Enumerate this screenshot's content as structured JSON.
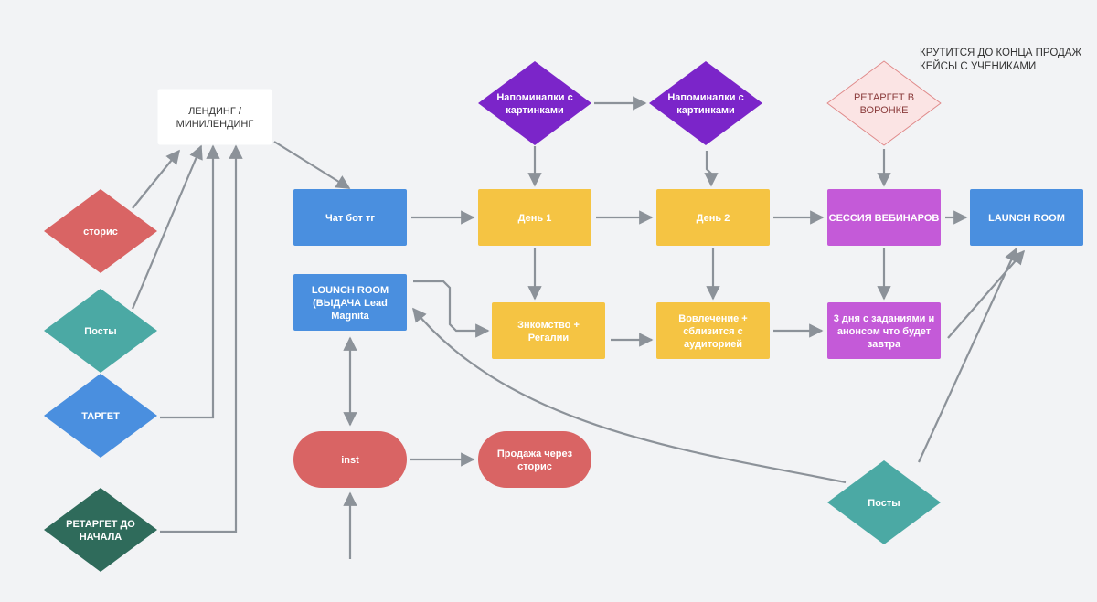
{
  "note": {
    "line1": "КРУТИТСЯ ДО КОНЦА ПРОДАЖ",
    "line2": "КЕЙСЫ С УЧЕНИКАМИ"
  },
  "colors": {
    "blue": "#4a8fdf",
    "yellow": "#f5c443",
    "purple": "#7b25c9",
    "violet": "#c45ad8",
    "red": "#d96464",
    "teal": "#4ba9a4",
    "dark_teal": "#2f6b5b",
    "pink": "#fbe4e4",
    "white": "#ffffff",
    "edge": "#8c9299"
  },
  "nodes": [
    {
      "id": "landing",
      "shape": "rect",
      "color": "white",
      "text_style": "dark",
      "lines": [
        "ЛЕНДИНГ /",
        "МИНИЛЕНДИНГ"
      ]
    },
    {
      "id": "stories",
      "shape": "diamond",
      "color": "red",
      "lines": [
        "сторис"
      ]
    },
    {
      "id": "posts_left",
      "shape": "diamond",
      "color": "teal",
      "lines": [
        "Посты"
      ]
    },
    {
      "id": "target",
      "shape": "diamond",
      "color": "blue",
      "lines": [
        "ТАРГЕТ"
      ]
    },
    {
      "id": "retarget_start",
      "shape": "diamond",
      "color": "dark_teal",
      "lines": [
        "РЕТАРГЕТ ДО",
        "НАЧАЛА"
      ]
    },
    {
      "id": "chatbot",
      "shape": "rect",
      "color": "blue",
      "lines": [
        "Чат бот тг"
      ]
    },
    {
      "id": "launch_lead",
      "shape": "rect",
      "color": "blue",
      "lines": [
        "LOUNCH ROOM",
        "(ВЫДАЧА Lead",
        "Magnita"
      ]
    },
    {
      "id": "inst",
      "shape": "pill",
      "color": "red",
      "lines": [
        "inst"
      ]
    },
    {
      "id": "sale_stories",
      "shape": "pill",
      "color": "red",
      "lines": [
        "Продажа через",
        "сторис"
      ]
    },
    {
      "id": "remind1",
      "shape": "diamond",
      "color": "purple",
      "lines": [
        "Напоминалки с",
        "картинками"
      ]
    },
    {
      "id": "remind2",
      "shape": "diamond",
      "color": "purple",
      "lines": [
        "Напоминалки с",
        "картинками"
      ]
    },
    {
      "id": "day1",
      "shape": "rect",
      "color": "yellow",
      "lines": [
        "День 1"
      ]
    },
    {
      "id": "day2",
      "shape": "rect",
      "color": "yellow",
      "lines": [
        "День 2"
      ]
    },
    {
      "id": "acquaint",
      "shape": "rect",
      "color": "yellow",
      "lines": [
        "Знкомство +",
        "Регалии"
      ]
    },
    {
      "id": "engage",
      "shape": "rect",
      "color": "yellow",
      "lines": [
        "Вовлечение +",
        "сблизится с",
        "аудиторией"
      ]
    },
    {
      "id": "retarget_funnel",
      "shape": "diamond",
      "color": "pink",
      "text_style": "rosa",
      "lines": [
        "РЕТАРГЕТ В",
        "ВОРОНКЕ"
      ]
    },
    {
      "id": "webinar",
      "shape": "rect",
      "color": "violet",
      "lines": [
        "СЕССИЯ ВЕБИНАРОВ"
      ]
    },
    {
      "id": "three_days",
      "shape": "rect",
      "color": "violet",
      "lines": [
        "3 дня с заданиями и",
        "анонсом что будет",
        "завтра"
      ]
    },
    {
      "id": "launch_room",
      "shape": "rect",
      "color": "blue",
      "lines": [
        "LAUNCH ROOM"
      ]
    },
    {
      "id": "posts_right",
      "shape": "diamond",
      "color": "teal",
      "lines": [
        "Посты"
      ]
    }
  ]
}
